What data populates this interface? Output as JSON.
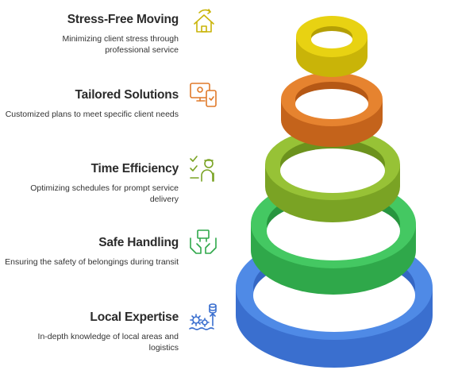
{
  "tiers": [
    {
      "title": "Stress-Free Moving",
      "description": "Minimizing client stress through professional service",
      "icon": "house-icon",
      "color": "#e4cc0c"
    },
    {
      "title": "Tailored Solutions",
      "description": "Customized plans to meet specific client needs",
      "icon": "devices-icon",
      "color": "#e07a2a"
    },
    {
      "title": "Time Efficiency",
      "description": "Optimizing schedules for prompt service delivery",
      "icon": "checklist-person-icon",
      "color": "#8fbb2e"
    },
    {
      "title": "Safe Handling",
      "description": "Ensuring the safety of belongings during transit",
      "icon": "hands-box-icon",
      "color": "#3ec45c"
    },
    {
      "title": "Local Expertise",
      "description": "In-depth knowledge of local areas and logistics",
      "icon": "data-gears-icon",
      "color": "#4a86e8"
    }
  ]
}
